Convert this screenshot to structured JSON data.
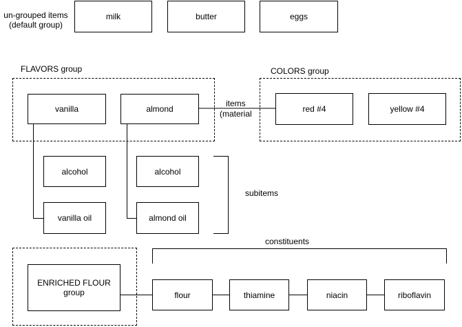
{
  "ungrouped": {
    "label_line1": "un-grouped items",
    "label_line2": "(default group)",
    "items": [
      "milk",
      "butter",
      "eggs"
    ]
  },
  "flavors": {
    "title": "FLAVORS group",
    "items": [
      "vanilla",
      "almond"
    ],
    "vanilla_subitems": [
      "alcohol",
      "vanilla oil"
    ],
    "almond_subitems": [
      "alcohol",
      "almond oil"
    ]
  },
  "colors": {
    "title": "COLORS group",
    "items": [
      "red #4",
      "yellow #4"
    ]
  },
  "link_label": {
    "line1": "items",
    "line2": "(material"
  },
  "subitems_label": "subitems",
  "constituents_label": "constituents",
  "enriched_flour": {
    "title_line1": "ENRICHED FLOUR",
    "title_line2": "group",
    "constituents": [
      "flour",
      "thiamine",
      "niacin",
      "riboflavin"
    ]
  }
}
